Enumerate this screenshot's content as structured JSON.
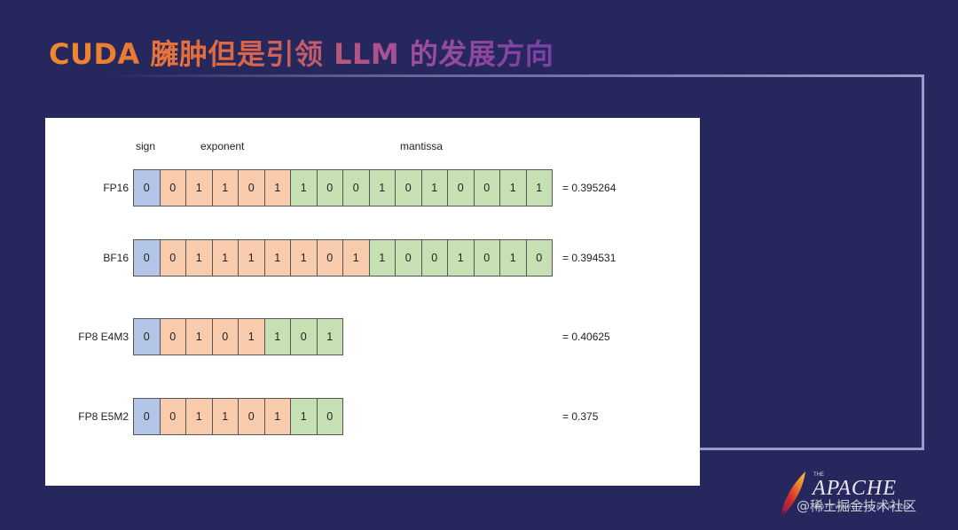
{
  "slide": {
    "title": "CUDA 臃肿但是引领 LLM 的发展方向"
  },
  "diagram": {
    "headers": {
      "sign": "sign",
      "exponent": "exponent",
      "mantissa": "mantissa"
    },
    "rows": [
      {
        "label": "FP16",
        "bits": [
          "0",
          "0",
          "1",
          "1",
          "0",
          "1",
          "1",
          "0",
          "0",
          "1",
          "0",
          "1",
          "0",
          "0",
          "1",
          "1"
        ],
        "types": [
          "s",
          "e",
          "e",
          "e",
          "e",
          "e",
          "m",
          "m",
          "m",
          "m",
          "m",
          "m",
          "m",
          "m",
          "m",
          "m"
        ],
        "value": "= 0.395264"
      },
      {
        "label": "BF16",
        "bits": [
          "0",
          "0",
          "1",
          "1",
          "1",
          "1",
          "1",
          "0",
          "1",
          "1",
          "0",
          "0",
          "1",
          "0",
          "1",
          "0"
        ],
        "types": [
          "s",
          "e",
          "e",
          "e",
          "e",
          "e",
          "e",
          "e",
          "e",
          "m",
          "m",
          "m",
          "m",
          "m",
          "m",
          "m"
        ],
        "value": "= 0.394531"
      },
      {
        "label": "FP8 E4M3",
        "bits": [
          "0",
          "0",
          "1",
          "0",
          "1",
          "1",
          "0",
          "1"
        ],
        "types": [
          "s",
          "e",
          "e",
          "e",
          "e",
          "m",
          "m",
          "m"
        ],
        "value": "= 0.40625"
      },
      {
        "label": "FP8 E5M2",
        "bits": [
          "0",
          "0",
          "1",
          "1",
          "0",
          "1",
          "1",
          "0"
        ],
        "types": [
          "s",
          "e",
          "e",
          "e",
          "e",
          "e",
          "m",
          "m"
        ],
        "value": "= 0.375"
      }
    ],
    "colors": {
      "sign": "#b4c6e7",
      "exponent": "#f8cbad",
      "mantissa": "#c6e0b4"
    }
  },
  "logo": {
    "the": "THE",
    "name": "APACHE",
    "subtitle": "SOFTWARE FOUNDATION",
    "icon": "feather-icon"
  },
  "watermark": "@稀土掘金技术社区"
}
